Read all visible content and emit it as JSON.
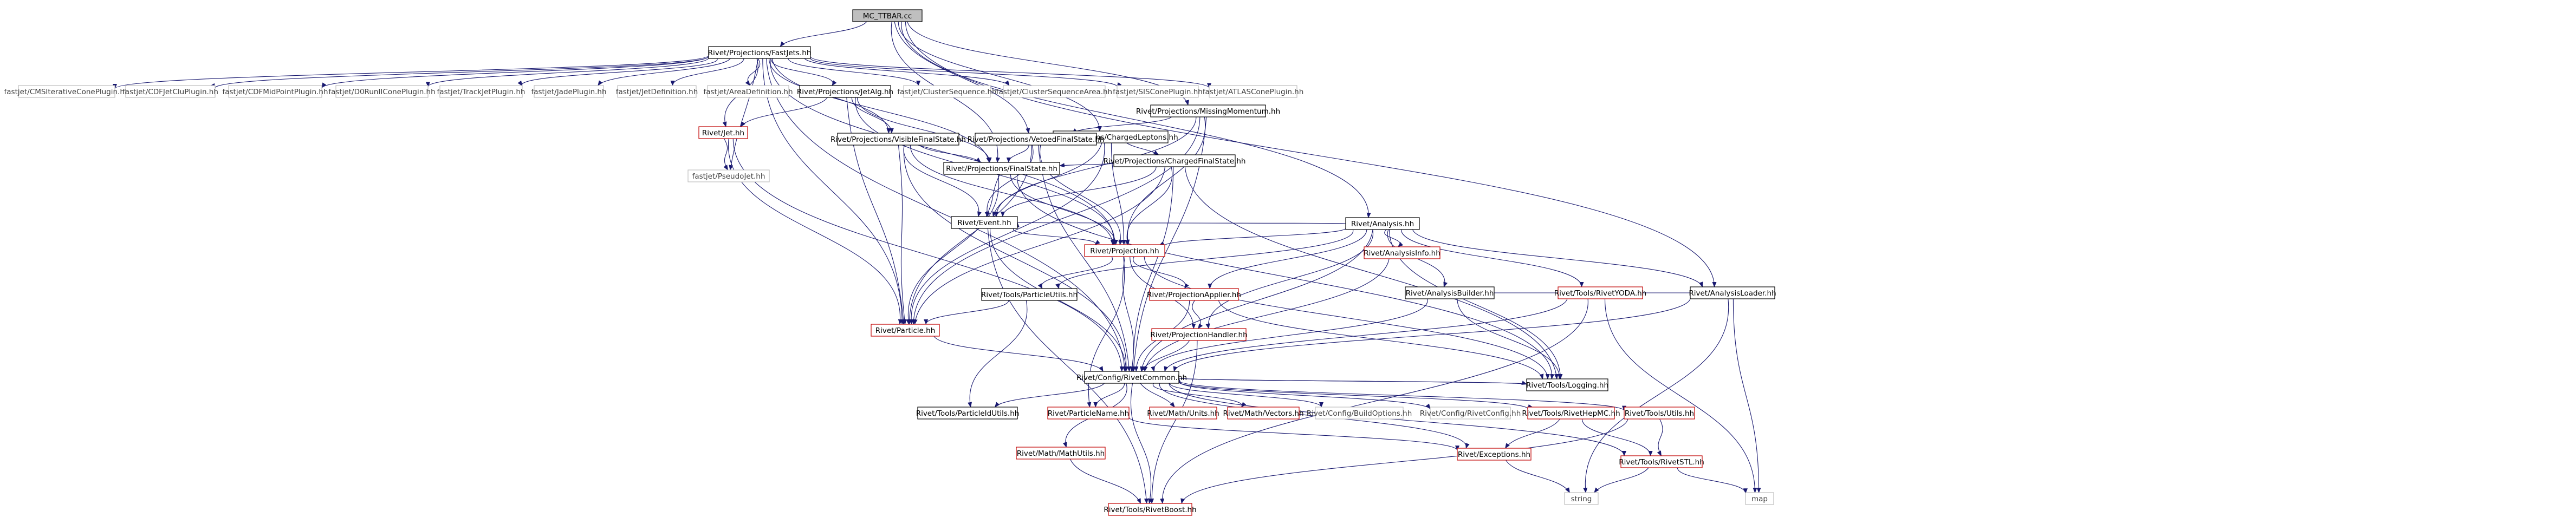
{
  "diagram_title": "MC_TTBAR.cc",
  "colors": {
    "edge": "#191970",
    "box_border_normal": "#000000",
    "box_border_link": "#c00000",
    "box_border_external": "#bfbfbf",
    "root_fill": "#bfbfbf",
    "node_fill": "#ffffff",
    "external_text": "#404040"
  },
  "nodes": [
    {
      "id": "root",
      "label": "MC_TTBAR.cc",
      "kind": "root"
    },
    {
      "id": "fastjets",
      "label": "Rivet/Projections/FastJets.hh",
      "kind": "normal"
    },
    {
      "id": "chargedleptons",
      "label": "Rivet/Projections/ChargedLeptons.hh",
      "kind": "normal"
    },
    {
      "id": "missingmom",
      "label": "Rivet/Projections/MissingMomentum.hh",
      "kind": "normal"
    },
    {
      "id": "fj_cms",
      "label": "fastjet/CMSIterativeConePlugin.hh",
      "kind": "external"
    },
    {
      "id": "fj_cdfjetclu",
      "label": "fastjet/CDFJetCluPlugin.hh",
      "kind": "external"
    },
    {
      "id": "fj_cdfmidpoint",
      "label": "fastjet/CDFMidPointPlugin.hh",
      "kind": "external"
    },
    {
      "id": "fj_d0",
      "label": "fastjet/D0RunIIConePlugin.hh",
      "kind": "external"
    },
    {
      "id": "fj_trackjet",
      "label": "fastjet/TrackJetPlugin.hh",
      "kind": "external"
    },
    {
      "id": "fj_jade",
      "label": "fastjet/JadePlugin.hh",
      "kind": "external"
    },
    {
      "id": "fj_jetdef",
      "label": "fastjet/JetDefinition.hh",
      "kind": "external"
    },
    {
      "id": "fj_areadef",
      "label": "fastjet/AreaDefinition.hh",
      "kind": "external"
    },
    {
      "id": "jetalg",
      "label": "Rivet/Projections/JetAlg.hh",
      "kind": "normal"
    },
    {
      "id": "fj_clseq",
      "label": "fastjet/ClusterSequence.hh",
      "kind": "external"
    },
    {
      "id": "fj_clseqarea",
      "label": "fastjet/ClusterSequenceArea.hh",
      "kind": "external"
    },
    {
      "id": "fj_siscone",
      "label": "fastjet/SISConePlugin.hh",
      "kind": "external"
    },
    {
      "id": "fj_atlas",
      "label": "fastjet/ATLASConePlugin.hh",
      "kind": "external"
    },
    {
      "id": "jet",
      "label": "Rivet/Jet.hh",
      "kind": "link"
    },
    {
      "id": "pseudojet",
      "label": "fastjet/PseudoJet.hh",
      "kind": "external"
    },
    {
      "id": "visiblefs",
      "label": "Rivet/Projections/VisibleFinalState.hh",
      "kind": "normal"
    },
    {
      "id": "vetoedfs",
      "label": "Rivet/Projections/VetoedFinalState.hh",
      "kind": "normal"
    },
    {
      "id": "chargedfs",
      "label": "Rivet/Projections/ChargedFinalState.hh",
      "kind": "normal"
    },
    {
      "id": "finalstate",
      "label": "Rivet/Projections/FinalState.hh",
      "kind": "normal"
    },
    {
      "id": "analysis",
      "label": "Rivet/Analysis.hh",
      "kind": "normal"
    },
    {
      "id": "event",
      "label": "Rivet/Event.hh",
      "kind": "normal"
    },
    {
      "id": "projection",
      "label": "Rivet/Projection.hh",
      "kind": "link"
    },
    {
      "id": "analysisinfo",
      "label": "Rivet/AnalysisInfo.hh",
      "kind": "link"
    },
    {
      "id": "particleutils",
      "label": "Rivet/Tools/ParticleUtils.hh",
      "kind": "normal"
    },
    {
      "id": "projapplier",
      "label": "Rivet/ProjectionApplier.hh",
      "kind": "link"
    },
    {
      "id": "analysisbuilder",
      "label": "Rivet/AnalysisBuilder.hh",
      "kind": "normal"
    },
    {
      "id": "particle",
      "label": "Rivet/Particle.hh",
      "kind": "link"
    },
    {
      "id": "projhandler",
      "label": "Rivet/ProjectionHandler.hh",
      "kind": "link"
    },
    {
      "id": "rivetyoda",
      "label": "Rivet/Tools/RivetYODA.hh",
      "kind": "link"
    },
    {
      "id": "analysisloader",
      "label": "Rivet/AnalysisLoader.hh",
      "kind": "normal"
    },
    {
      "id": "rivetcommon",
      "label": "Rivet/Config/RivetCommon.hh",
      "kind": "normal"
    },
    {
      "id": "particleidutils",
      "label": "Rivet/Tools/ParticleIdUtils.hh",
      "kind": "normal"
    },
    {
      "id": "particlename",
      "label": "Rivet/ParticleName.hh",
      "kind": "link"
    },
    {
      "id": "mathunits",
      "label": "Rivet/Math/Units.hh",
      "kind": "link"
    },
    {
      "id": "mathvectors",
      "label": "Rivet/Math/Vectors.hh",
      "kind": "link"
    },
    {
      "id": "buildoptions",
      "label": "Rivet/Config/BuildOptions.hh",
      "kind": "external"
    },
    {
      "id": "rivetconfig",
      "label": "Rivet/Config/RivetConfig.hh",
      "kind": "external"
    },
    {
      "id": "rivethepmc",
      "label": "Rivet/Tools/RivetHepMC.hh",
      "kind": "link"
    },
    {
      "id": "toolsutils",
      "label": "Rivet/Tools/Utils.hh",
      "kind": "link"
    },
    {
      "id": "logging",
      "label": "Rivet/Tools/Logging.hh",
      "kind": "normal"
    },
    {
      "id": "mathutils",
      "label": "Rivet/Math/MathUtils.hh",
      "kind": "link"
    },
    {
      "id": "exceptions",
      "label": "Rivet/Exceptions.hh",
      "kind": "link"
    },
    {
      "id": "rivetstl",
      "label": "Rivet/Tools/RivetSTL.hh",
      "kind": "link"
    },
    {
      "id": "rivetboost",
      "label": "Rivet/Tools/RivetBoost.hh",
      "kind": "link"
    },
    {
      "id": "string",
      "label": "string",
      "kind": "external"
    },
    {
      "id": "map",
      "label": "map",
      "kind": "external"
    }
  ],
  "edges": [
    [
      "root",
      "fastjets"
    ],
    [
      "root",
      "chargedleptons"
    ],
    [
      "root",
      "missingmom"
    ],
    [
      "root",
      "analysis"
    ],
    [
      "root",
      "analysisloader"
    ],
    [
      "root",
      "vetoedfs"
    ],
    [
      "root",
      "finalstate"
    ],
    [
      "fastjets",
      "fj_cms"
    ],
    [
      "fastjets",
      "fj_cdfjetclu"
    ],
    [
      "fastjets",
      "fj_cdfmidpoint"
    ],
    [
      "fastjets",
      "fj_d0"
    ],
    [
      "fastjets",
      "fj_trackjet"
    ],
    [
      "fastjets",
      "fj_jade"
    ],
    [
      "fastjets",
      "fj_jetdef"
    ],
    [
      "fastjets",
      "fj_areadef"
    ],
    [
      "fastjets",
      "jetalg"
    ],
    [
      "fastjets",
      "fj_clseq"
    ],
    [
      "fastjets",
      "fj_clseqarea"
    ],
    [
      "fastjets",
      "fj_siscone"
    ],
    [
      "fastjets",
      "fj_atlas"
    ],
    [
      "fastjets",
      "jet"
    ],
    [
      "fastjets",
      "pseudojet"
    ],
    [
      "fastjets",
      "visiblefs"
    ],
    [
      "fastjets",
      "finalstate"
    ],
    [
      "fastjets",
      "projection"
    ],
    [
      "fastjets",
      "particle"
    ],
    [
      "fastjets",
      "rivetcommon"
    ],
    [
      "jetalg",
      "jet"
    ],
    [
      "jetalg",
      "finalstate"
    ],
    [
      "jetalg",
      "particle"
    ],
    [
      "jetalg",
      "projection"
    ],
    [
      "jetalg",
      "visiblefs"
    ],
    [
      "jet",
      "pseudojet"
    ],
    [
      "jet",
      "particle"
    ],
    [
      "jet",
      "rivetcommon"
    ],
    [
      "chargedleptons",
      "chargedfs"
    ],
    [
      "chargedleptons",
      "event"
    ],
    [
      "chargedleptons",
      "projection"
    ],
    [
      "chargedleptons",
      "particle"
    ],
    [
      "missingmom",
      "vetoedfs"
    ],
    [
      "missingmom",
      "event"
    ],
    [
      "missingmom",
      "projection"
    ],
    [
      "missingmom",
      "rivetcommon"
    ],
    [
      "missingmom",
      "particle"
    ],
    [
      "visiblefs",
      "finalstate"
    ],
    [
      "visiblefs",
      "event"
    ],
    [
      "visiblefs",
      "projection"
    ],
    [
      "visiblefs",
      "particle"
    ],
    [
      "visiblefs",
      "rivetcommon"
    ],
    [
      "vetoedfs",
      "finalstate"
    ],
    [
      "vetoedfs",
      "event"
    ],
    [
      "vetoedfs",
      "projection"
    ],
    [
      "vetoedfs",
      "particle"
    ],
    [
      "vetoedfs",
      "rivetcommon"
    ],
    [
      "chargedfs",
      "finalstate"
    ],
    [
      "chargedfs",
      "event"
    ],
    [
      "chargedfs",
      "projection"
    ],
    [
      "chargedfs",
      "particle"
    ],
    [
      "chargedfs",
      "rivetcommon"
    ],
    [
      "chargedfs",
      "logging"
    ],
    [
      "finalstate",
      "event"
    ],
    [
      "finalstate",
      "projection"
    ],
    [
      "finalstate",
      "particle"
    ],
    [
      "finalstate",
      "logging"
    ],
    [
      "analysis",
      "event"
    ],
    [
      "analysis",
      "projection"
    ],
    [
      "analysis",
      "analysisinfo"
    ],
    [
      "analysis",
      "projapplier"
    ],
    [
      "analysis",
      "projhandler"
    ],
    [
      "analysis",
      "analysisbuilder"
    ],
    [
      "analysis",
      "rivetyoda"
    ],
    [
      "analysis",
      "analysisloader"
    ],
    [
      "analysis",
      "rivetcommon"
    ],
    [
      "analysis",
      "logging"
    ],
    [
      "analysis",
      "particleutils"
    ],
    [
      "event",
      "projection"
    ],
    [
      "event",
      "rivetcommon"
    ],
    [
      "event",
      "rivetboost"
    ],
    [
      "projection",
      "projapplier"
    ],
    [
      "projection",
      "projhandler"
    ],
    [
      "projection",
      "particleutils"
    ],
    [
      "projection",
      "rivetcommon"
    ],
    [
      "projection",
      "logging"
    ],
    [
      "projection",
      "particlename"
    ],
    [
      "analysisinfo",
      "rivetcommon"
    ],
    [
      "particleutils",
      "particle"
    ],
    [
      "particleutils",
      "particleidutils"
    ],
    [
      "projapplier",
      "projhandler"
    ],
    [
      "projapplier",
      "rivetcommon"
    ],
    [
      "projapplier",
      "logging"
    ],
    [
      "projhandler",
      "rivetcommon"
    ],
    [
      "projhandler",
      "rivetboost"
    ],
    [
      "analysisbuilder",
      "rivetcommon"
    ],
    [
      "analysisbuilder",
      "analysisloader"
    ],
    [
      "analysisbuilder",
      "logging"
    ],
    [
      "particle",
      "rivetcommon"
    ],
    [
      "rivetyoda",
      "rivetcommon"
    ],
    [
      "rivetyoda",
      "map"
    ],
    [
      "rivetyoda",
      "rivetboost"
    ],
    [
      "analysisloader",
      "rivetcommon"
    ],
    [
      "analysisloader",
      "map"
    ],
    [
      "analysisloader",
      "string"
    ],
    [
      "rivetcommon",
      "particleidutils"
    ],
    [
      "rivetcommon",
      "particlename"
    ],
    [
      "rivetcommon",
      "mathunits"
    ],
    [
      "rivetcommon",
      "mathvectors"
    ],
    [
      "rivetcommon",
      "buildoptions"
    ],
    [
      "rivetcommon",
      "rivetconfig"
    ],
    [
      "rivetcommon",
      "rivethepmc"
    ],
    [
      "rivetcommon",
      "toolsutils"
    ],
    [
      "rivetcommon",
      "logging"
    ],
    [
      "rivetcommon",
      "exceptions"
    ],
    [
      "rivetcommon",
      "rivetstl"
    ],
    [
      "rivetcommon",
      "mathutils"
    ],
    [
      "rivetcommon",
      "rivetboost"
    ],
    [
      "particlename",
      "exceptions"
    ],
    [
      "mathutils",
      "rivetboost"
    ],
    [
      "rivethepmc",
      "exceptions"
    ],
    [
      "rivethepmc",
      "rivetstl"
    ],
    [
      "toolsutils",
      "rivetstl"
    ],
    [
      "toolsutils",
      "rivetboost"
    ],
    [
      "logging",
      "rivetcommon"
    ],
    [
      "exceptions",
      "string"
    ],
    [
      "rivetstl",
      "string"
    ],
    [
      "rivetstl",
      "map"
    ]
  ]
}
